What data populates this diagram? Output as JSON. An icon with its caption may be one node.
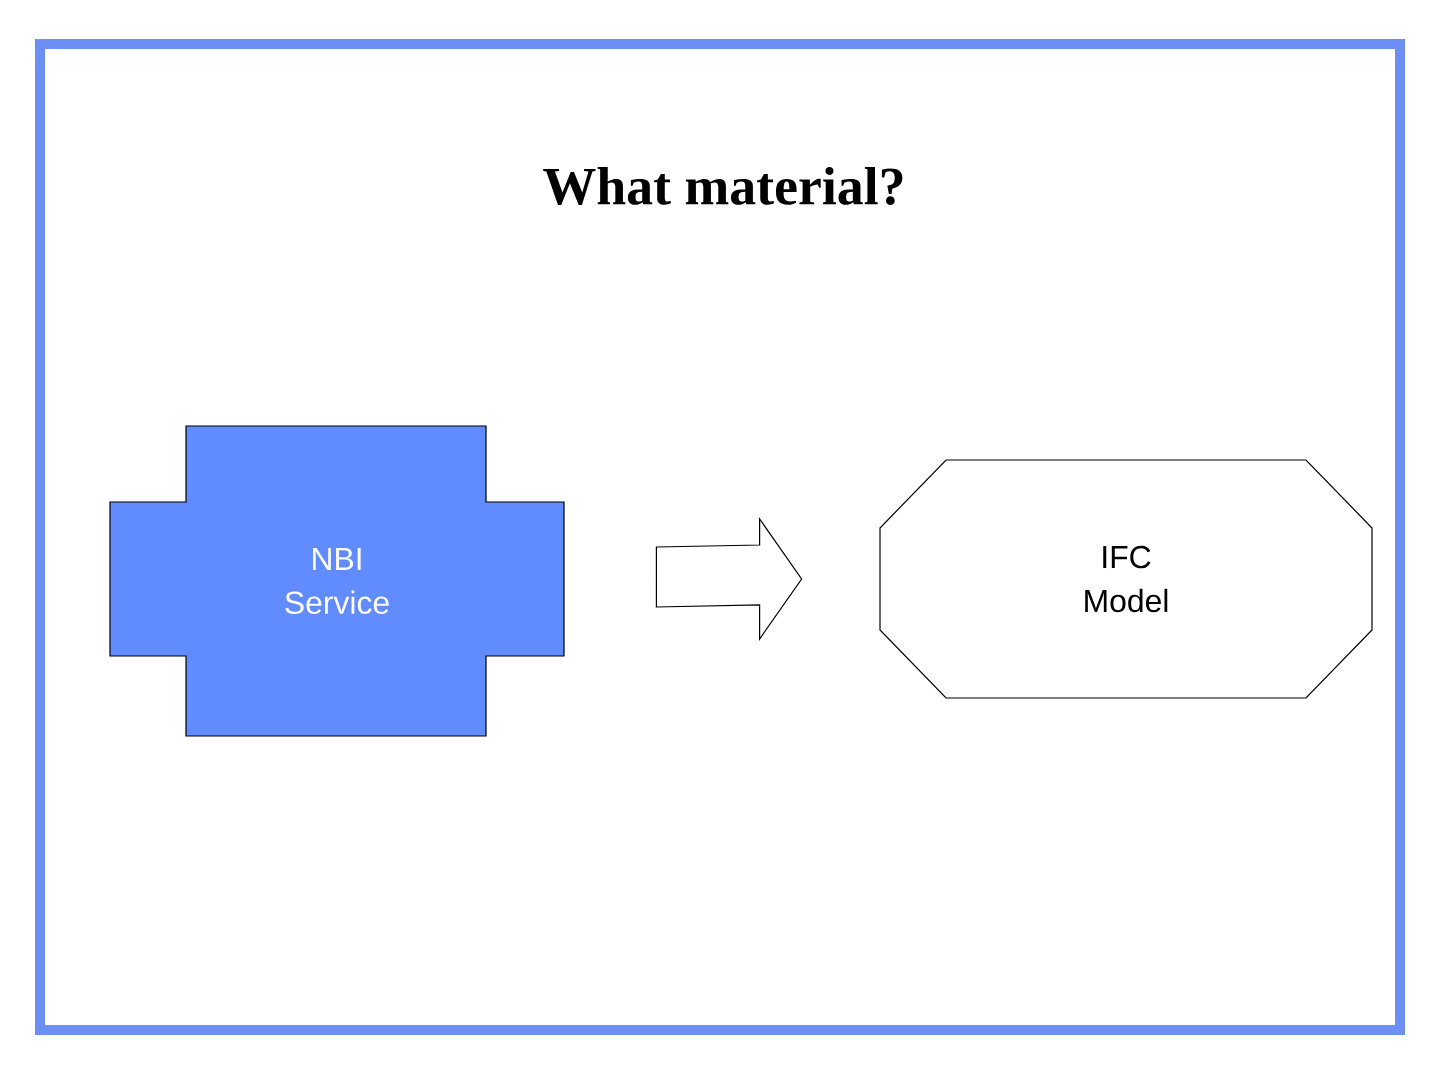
{
  "diagram": {
    "title": "What material?",
    "nodes": [
      {
        "text": [
          "NBI Service"
        ]
      },
      {
        "text": [
          "IFC Model"
        ]
      }
    ],
    "edges": [
      {
        "from": 0,
        "to": 1,
        "arrow": "to"
      }
    ]
  }
}
